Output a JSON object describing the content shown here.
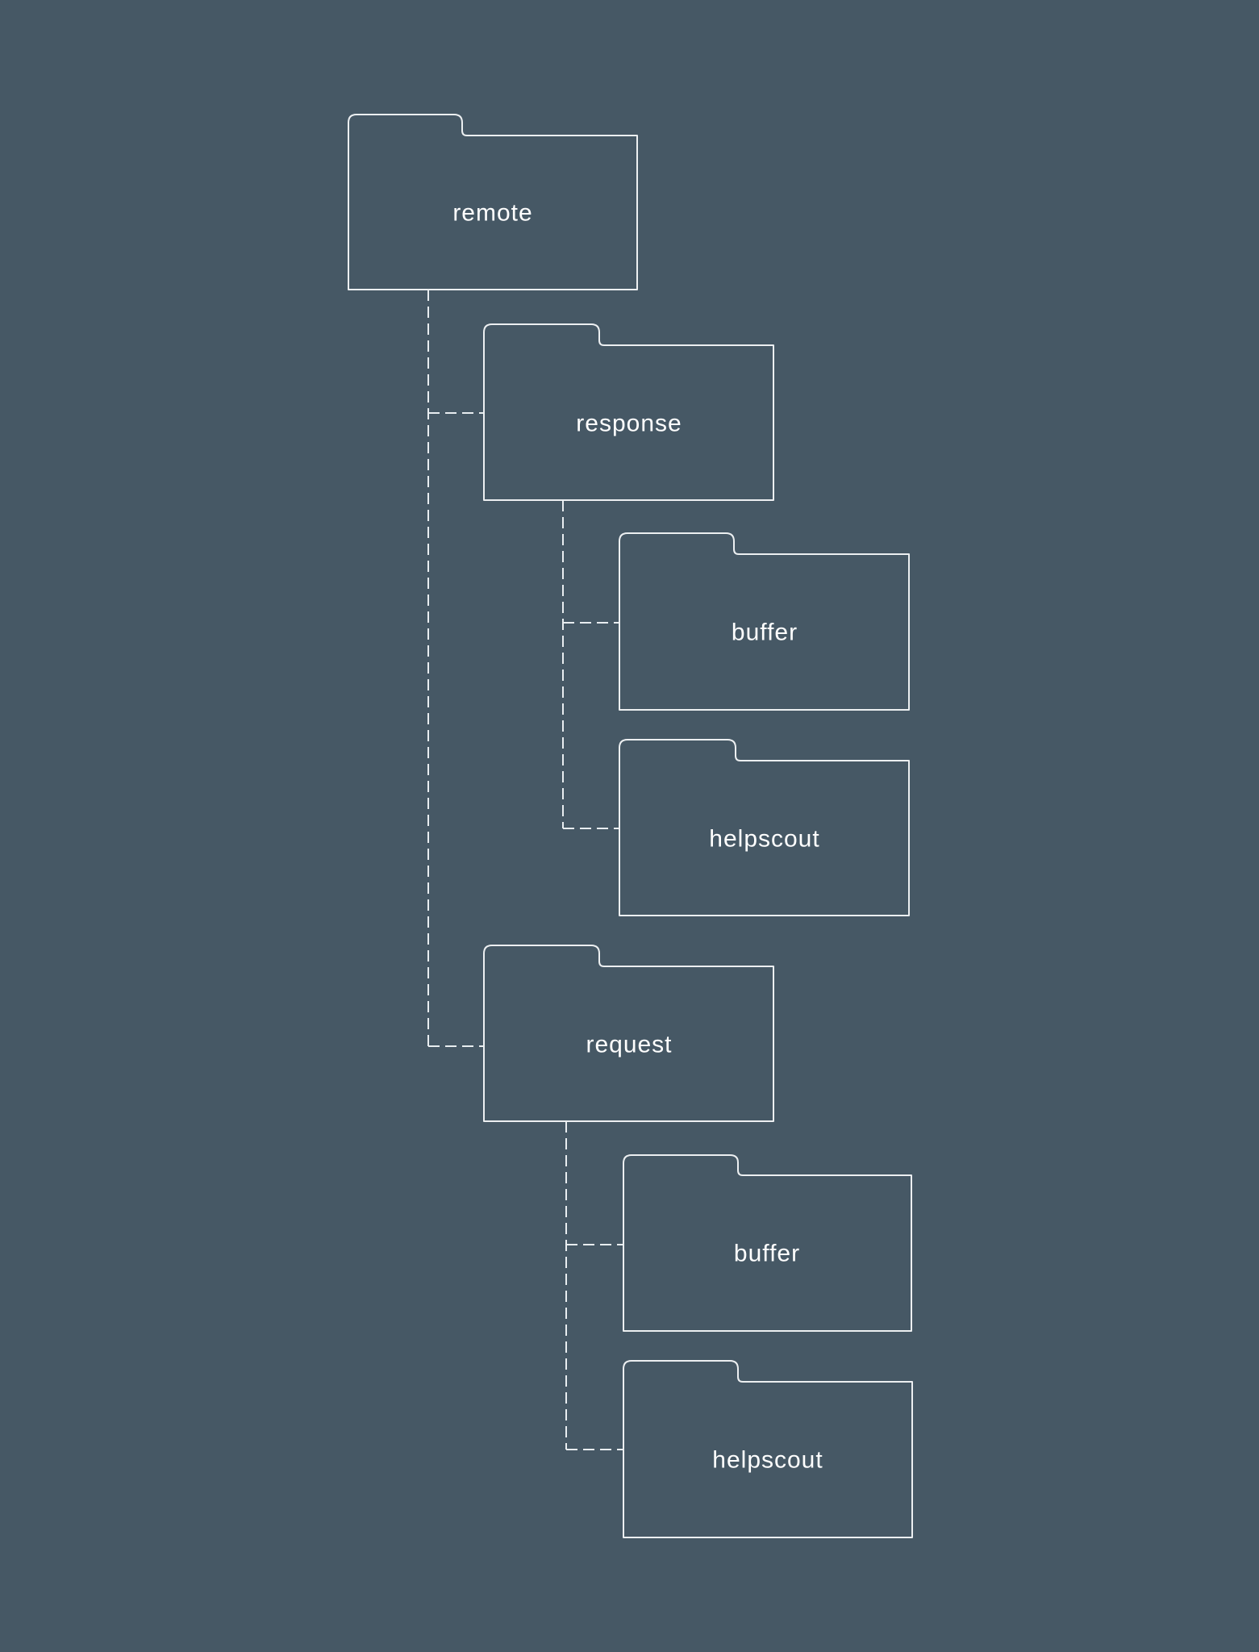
{
  "colors": {
    "background": "#465865",
    "folder_outline": "#ECEFF1",
    "connector": "#E8EDF0",
    "label_text": "#FFFFFF"
  },
  "nodes": [
    {
      "id": "remote",
      "label": "remote",
      "depth": 0,
      "parent": null
    },
    {
      "id": "response",
      "label": "response",
      "depth": 1,
      "parent": "remote"
    },
    {
      "id": "response-buffer",
      "label": "buffer",
      "depth": 2,
      "parent": "response"
    },
    {
      "id": "response-helpscout",
      "label": "helpscout",
      "depth": 2,
      "parent": "response"
    },
    {
      "id": "request",
      "label": "request",
      "depth": 1,
      "parent": "remote"
    },
    {
      "id": "request-buffer",
      "label": "buffer",
      "depth": 2,
      "parent": "request"
    },
    {
      "id": "request-helpscout",
      "label": "helpscout",
      "depth": 2,
      "parent": "request"
    }
  ],
  "tree": {
    "remote": {
      "response": [
        "buffer",
        "helpscout"
      ],
      "request": [
        "buffer",
        "helpscout"
      ]
    }
  }
}
